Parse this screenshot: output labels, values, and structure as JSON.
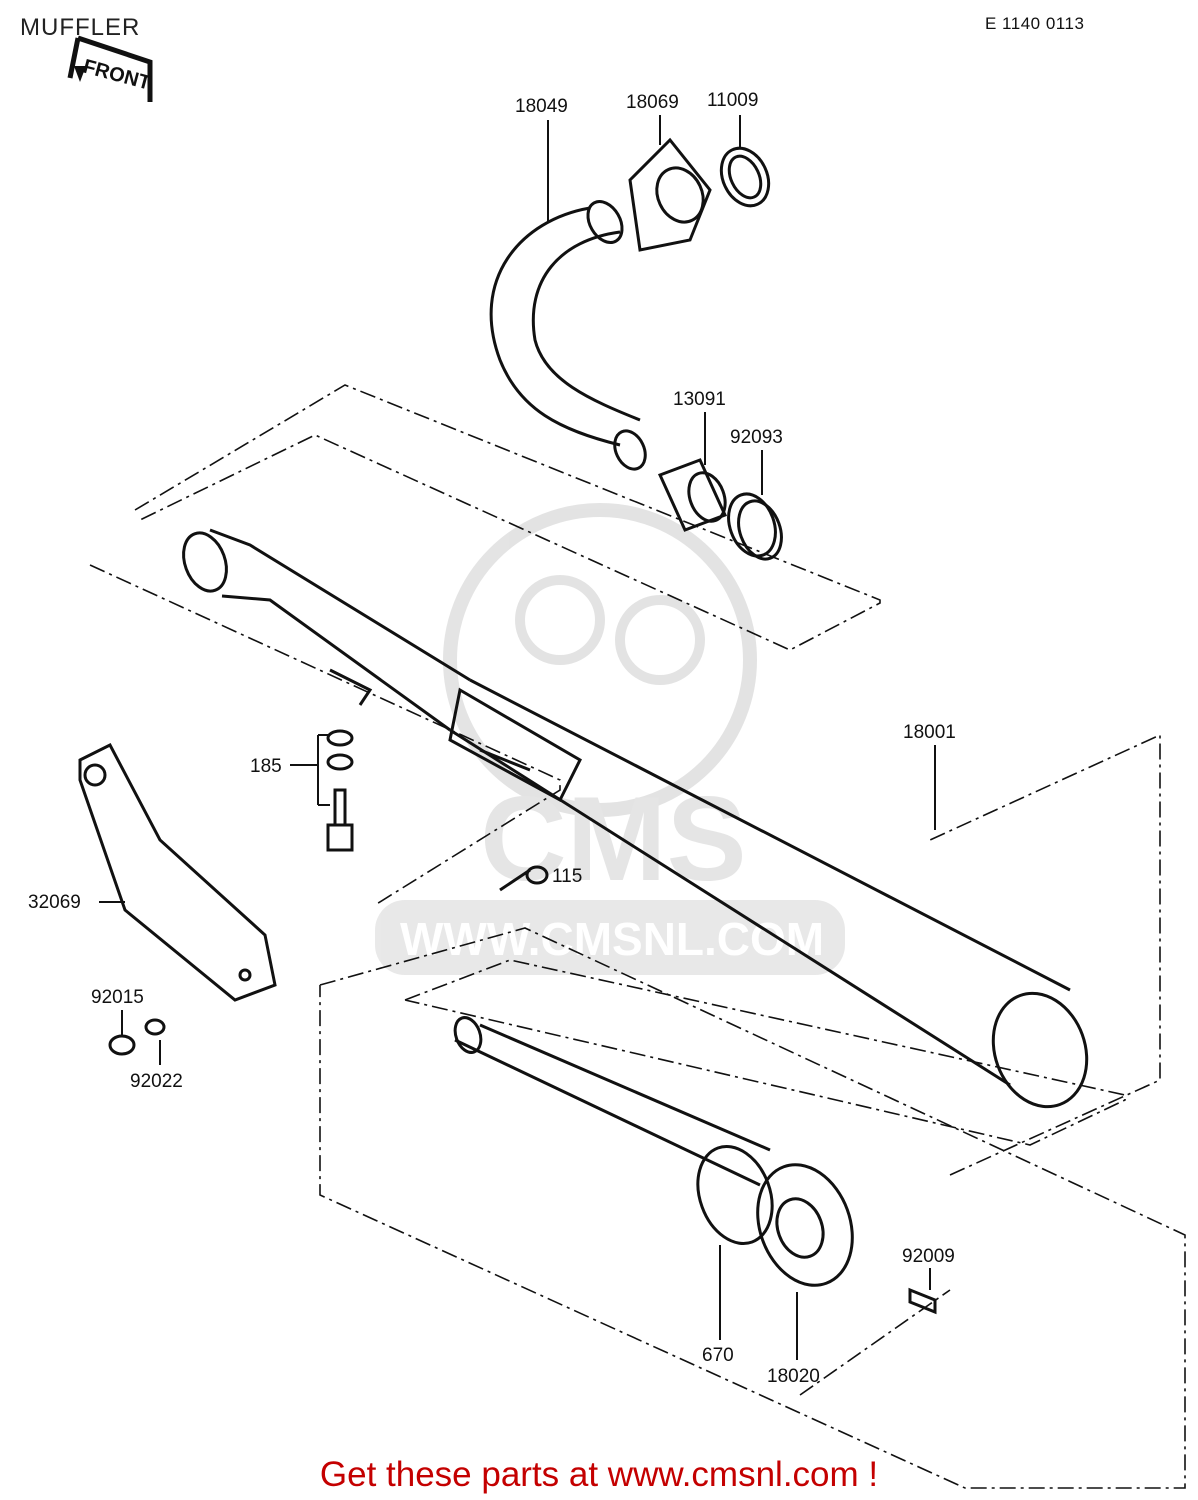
{
  "header": {
    "title": "MUFFLER",
    "diagram_code": "E 1140 0113",
    "front_marker": "FRONT"
  },
  "parts": [
    {
      "id": "p18049",
      "number": "18049"
    },
    {
      "id": "p18069",
      "number": "18069"
    },
    {
      "id": "p11009",
      "number": "11009"
    },
    {
      "id": "p13091",
      "number": "13091"
    },
    {
      "id": "p92093",
      "number": "92093"
    },
    {
      "id": "p18001",
      "number": "18001"
    },
    {
      "id": "p185",
      "number": "185"
    },
    {
      "id": "p115",
      "number": "115"
    },
    {
      "id": "p32069",
      "number": "32069"
    },
    {
      "id": "p92015",
      "number": "92015"
    },
    {
      "id": "p92022",
      "number": "92022"
    },
    {
      "id": "p92009",
      "number": "92009"
    },
    {
      "id": "p670",
      "number": "670"
    },
    {
      "id": "p18020",
      "number": "18020"
    }
  ],
  "watermark": {
    "brand": "CMS",
    "url": "WWW.CMSNL.COM"
  },
  "footer": {
    "cta": "Get these parts at www.cmsnl.com !"
  }
}
